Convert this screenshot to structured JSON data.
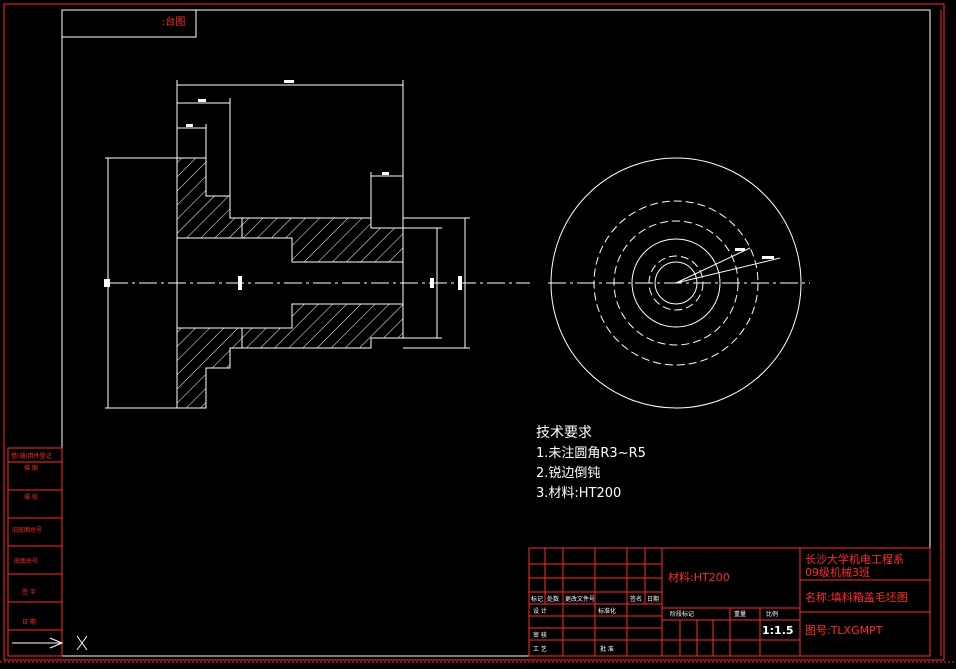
{
  "corner_label": ":台图",
  "tech_req": {
    "title": "技术要求",
    "items": [
      "1.未注圆角R3~R5",
      "2.锐边倒钝",
      "3.材料:HT200"
    ]
  },
  "title_block": {
    "org_line1": "长沙大学机电工程系",
    "org_line2": "09级机械3班",
    "material": "材料:HT200",
    "name": "名称:填料箱盖毛坯图",
    "drawing_no": "图号:TLXGMPT",
    "scale": "1:1.5",
    "weight_label": "重量",
    "scale_label": "比例",
    "grid_headers": [
      "标记",
      "处数",
      "更改文件号",
      "签名",
      "日期"
    ],
    "roles": [
      "设 计",
      "审 核",
      "工 艺"
    ],
    "stage_label": "阶段标记",
    "standardize": "标准化",
    "approve": "批 准"
  },
  "left_stamp": [
    "借(通)用件登记",
    "描 图",
    "描 校",
    "旧底图总号",
    "底图总号",
    "签 字",
    "日 期"
  ],
  "colors": {
    "drawing": "#ffffff",
    "frame": "#ff2a2a",
    "background": "#000000"
  }
}
